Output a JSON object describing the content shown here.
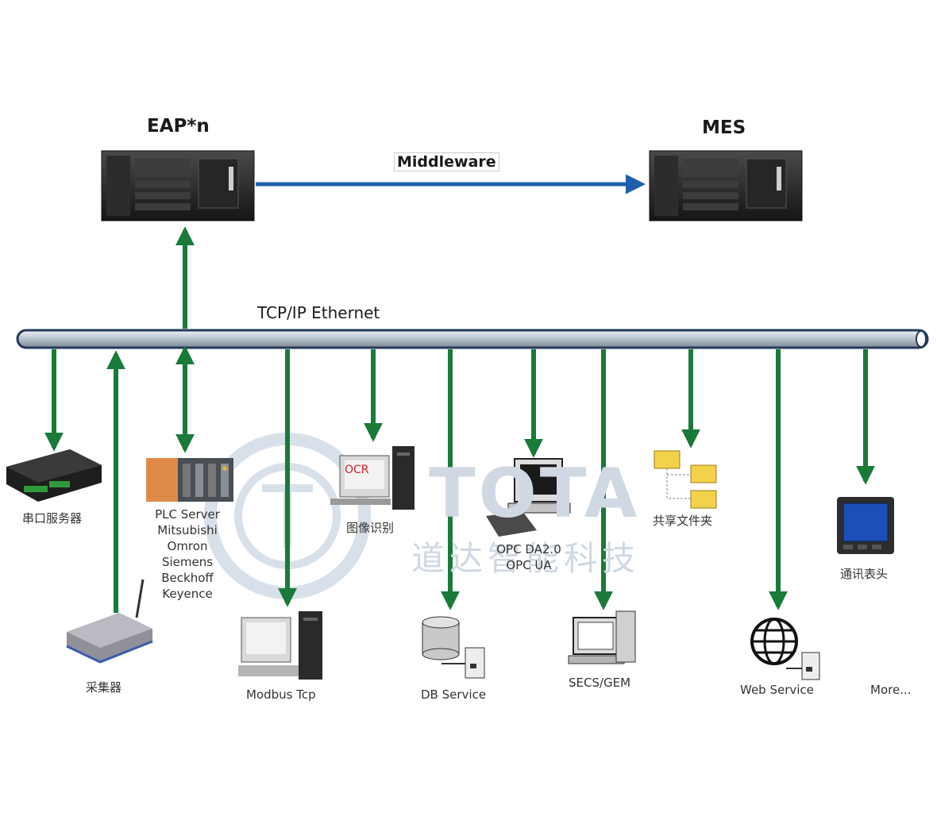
{
  "nodes": {
    "eap_title": "EAP*n",
    "mes_title": "MES",
    "middleware": "Middleware",
    "bus": "TCP/IP Ethernet"
  },
  "devices": {
    "serial_server": "串口服务器",
    "collector": "采集器",
    "plc_server": [
      "PLC Server",
      "Mitsubishi",
      "Omron",
      "Siemens",
      "Beckhoff",
      "Keyence"
    ],
    "modbus": "Modbus Tcp",
    "image_recognition": "图像识别",
    "ocr_text": "OCR",
    "db_service": "DB Service",
    "opc": [
      "OPC DA2.0",
      "OPC UA"
    ],
    "secs_gem": "SECS/GEM",
    "shared_folder": "共享文件夹",
    "web_service": "Web Service",
    "meter": "通讯表头",
    "more": "More..."
  },
  "watermark": {
    "brand": "TOTA",
    "cn": "道达智能科技"
  },
  "colors": {
    "arrow_green": "#1a7a3a",
    "middleware_blue": "#1f5fae",
    "bus_fill": "#cfd6df",
    "bus_edge": "#243a5a",
    "watermark": "#cfd8e3"
  }
}
